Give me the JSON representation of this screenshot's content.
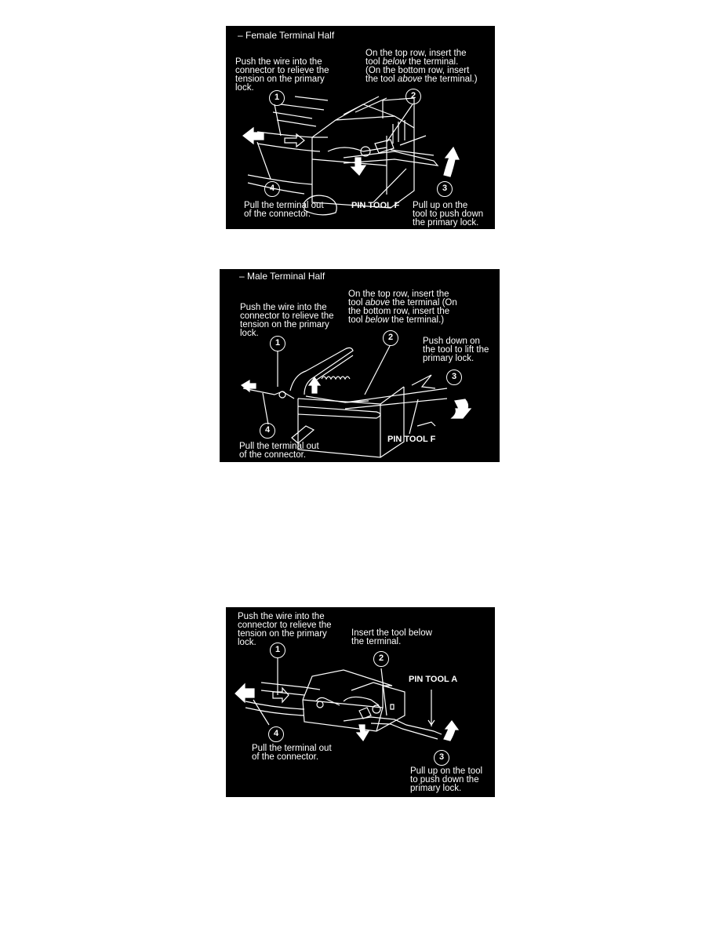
{
  "figures": [
    {
      "title": "– Female Terminal Half",
      "step1": "Push the wire into the\nconnector to relieve the\ntension on the primary\nlock.",
      "step2_a": "On the top row, insert the\ntool ",
      "step2_em1": "below",
      "step2_b": " the terminal.\n(On the bottom row, insert\nthe tool ",
      "step2_em2": "above",
      "step2_c": " the terminal.)",
      "step3": "Pull up on the\ntool to push down\nthe primary lock.",
      "step4": "Pull the terminal out\nof the connector.",
      "tool_label": "PIN TOOL F",
      "callouts": [
        "1",
        "2",
        "3",
        "4"
      ]
    },
    {
      "title": "– Male Terminal Half",
      "step1": "Push the wire into the\nconnector to relieve the\ntension on the primary\nlock.",
      "step2_a": "On the top row, insert the\ntool ",
      "step2_em1": "above",
      "step2_b": " the terminal (On\nthe bottom row, insert the\ntool ",
      "step2_em2": "below",
      "step2_c": " the terminal.)",
      "step3": "Push down on\nthe tool to lift the\nprimary lock.",
      "step4": "Pull the terminal out\nof the connector.",
      "tool_label": "PIN TOOL F",
      "callouts": [
        "1",
        "2",
        "3",
        "4"
      ]
    },
    {
      "step1": "Push the wire into the\nconnector to relieve the\ntension on the primary\nlock.",
      "step2": "Insert the tool below\nthe terminal.",
      "step3": "Pull up on the tool\nto push down the\nprimary lock.",
      "step4": "Pull the terminal out\nof the connector.",
      "tool_label": "PIN TOOL A",
      "callouts": [
        "1",
        "2",
        "3",
        "4"
      ]
    }
  ],
  "colors": {
    "panel_bg": "#000000",
    "line_art": "#ffffff",
    "page_bg": "#ffffff"
  }
}
